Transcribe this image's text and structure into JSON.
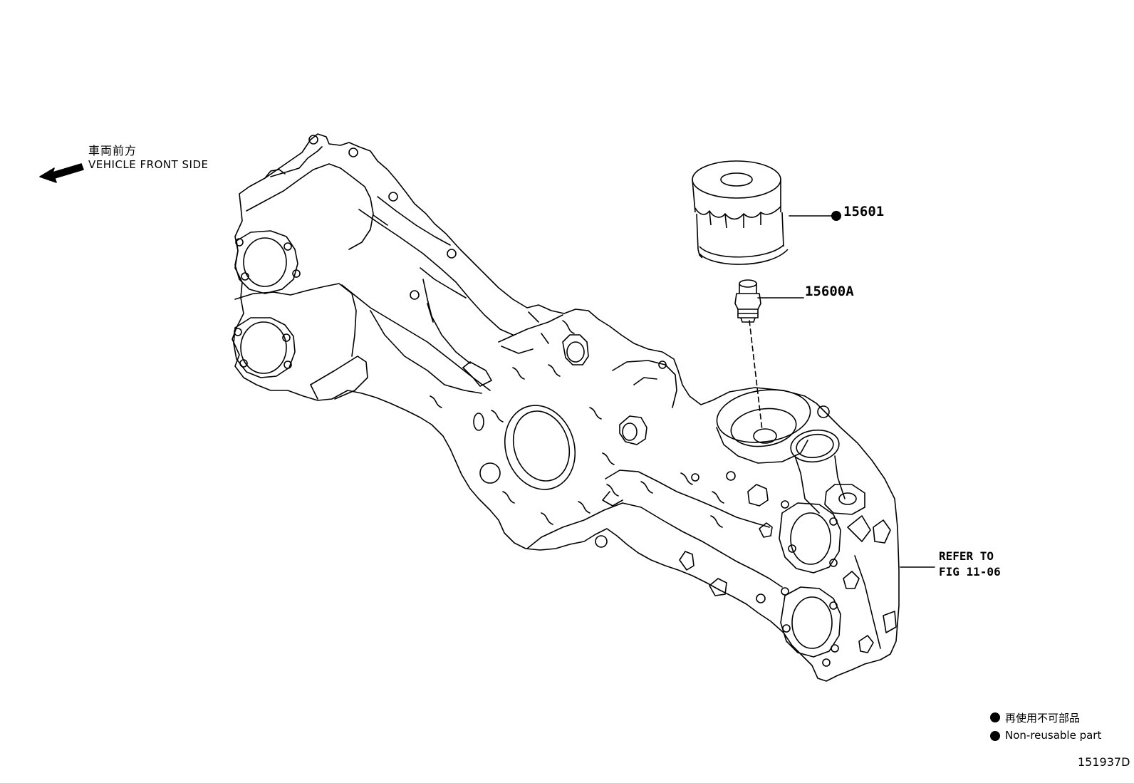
{
  "direction": {
    "label_ja": "車両前方",
    "label_en": "VEHICLE FRONT SIDE"
  },
  "parts": {
    "oil_filter": {
      "number": "15601",
      "non_reusable": true
    },
    "union": {
      "number": "15600A"
    }
  },
  "reference": {
    "line1": "REFER TO",
    "line2": "FIG 11-06"
  },
  "legend": {
    "ja": "再使用不可部品",
    "en": "Non-reusable part"
  },
  "illustration_id": "151937D",
  "colors": {
    "ink": "#000000",
    "paper": "#ffffff"
  }
}
